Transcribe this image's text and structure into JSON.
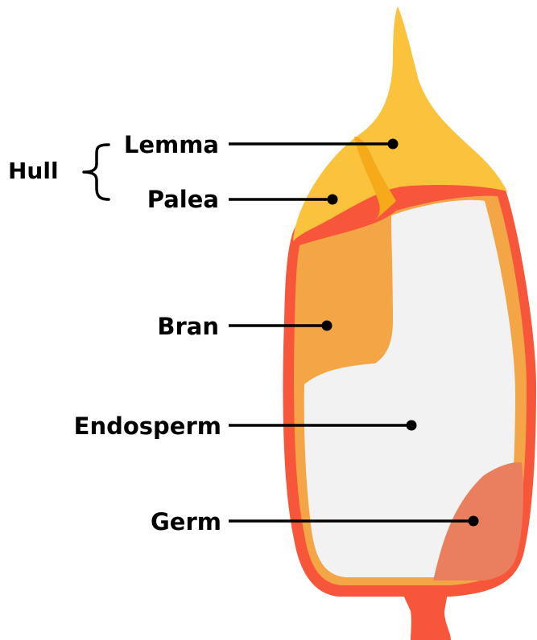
{
  "diagram": {
    "group_label": "Hull",
    "parts": [
      {
        "key": "lemma",
        "label": "Lemma"
      },
      {
        "key": "palea",
        "label": "Palea"
      },
      {
        "key": "bran",
        "label": "Bran"
      },
      {
        "key": "endosperm",
        "label": "Endosperm"
      },
      {
        "key": "germ",
        "label": "Germ"
      }
    ]
  },
  "colors": {
    "hull": "#FBC23C",
    "palea_fold": "#F6A919",
    "pericarp": "#F7563A",
    "bran": "#F4A545",
    "endosperm": "#F2F2F2",
    "germ": "#EA7F5F",
    "ink": "#000000"
  }
}
